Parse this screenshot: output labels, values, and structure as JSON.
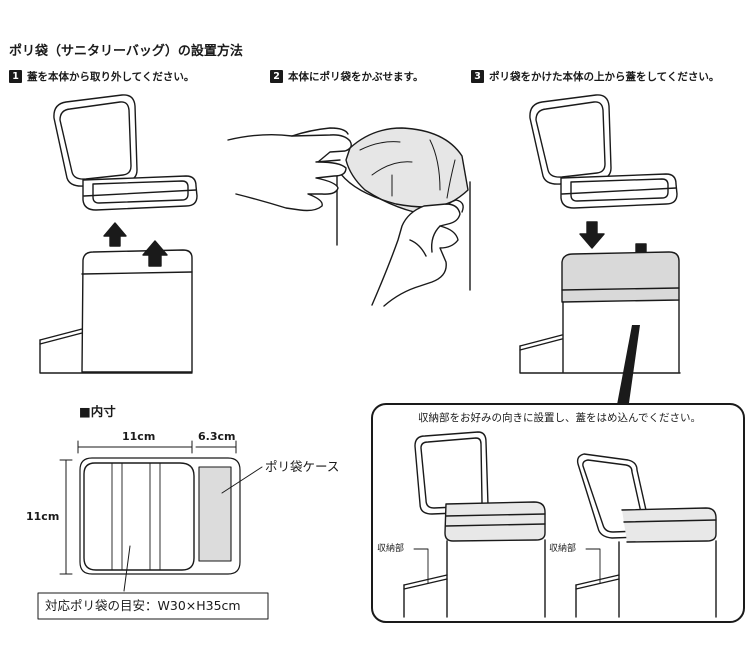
{
  "title": "ポリ袋（サニタリーバッグ）の設置方法",
  "steps": [
    {
      "number": "1",
      "text": "蓋を本体から取り外してください。"
    },
    {
      "number": "2",
      "text": "本体にポリ袋をかぶせます。"
    },
    {
      "number": "3",
      "text": "ポリ袋をかけた本体の上から蓋をしてください。"
    }
  ],
  "inner_size": {
    "heading": "■内寸",
    "width": "11cm",
    "case_width": "6.3cm",
    "depth": "11cm",
    "case_label": "ポリ袋ケース",
    "bag_size": "対応ポリ袋の目安：W30×H35cm"
  },
  "detail_box": {
    "note": "収納部をお好みの向きに設置し、蓋をはめ込んでください。",
    "storage_label_left": "収納部",
    "storage_label_right": "収納部"
  }
}
